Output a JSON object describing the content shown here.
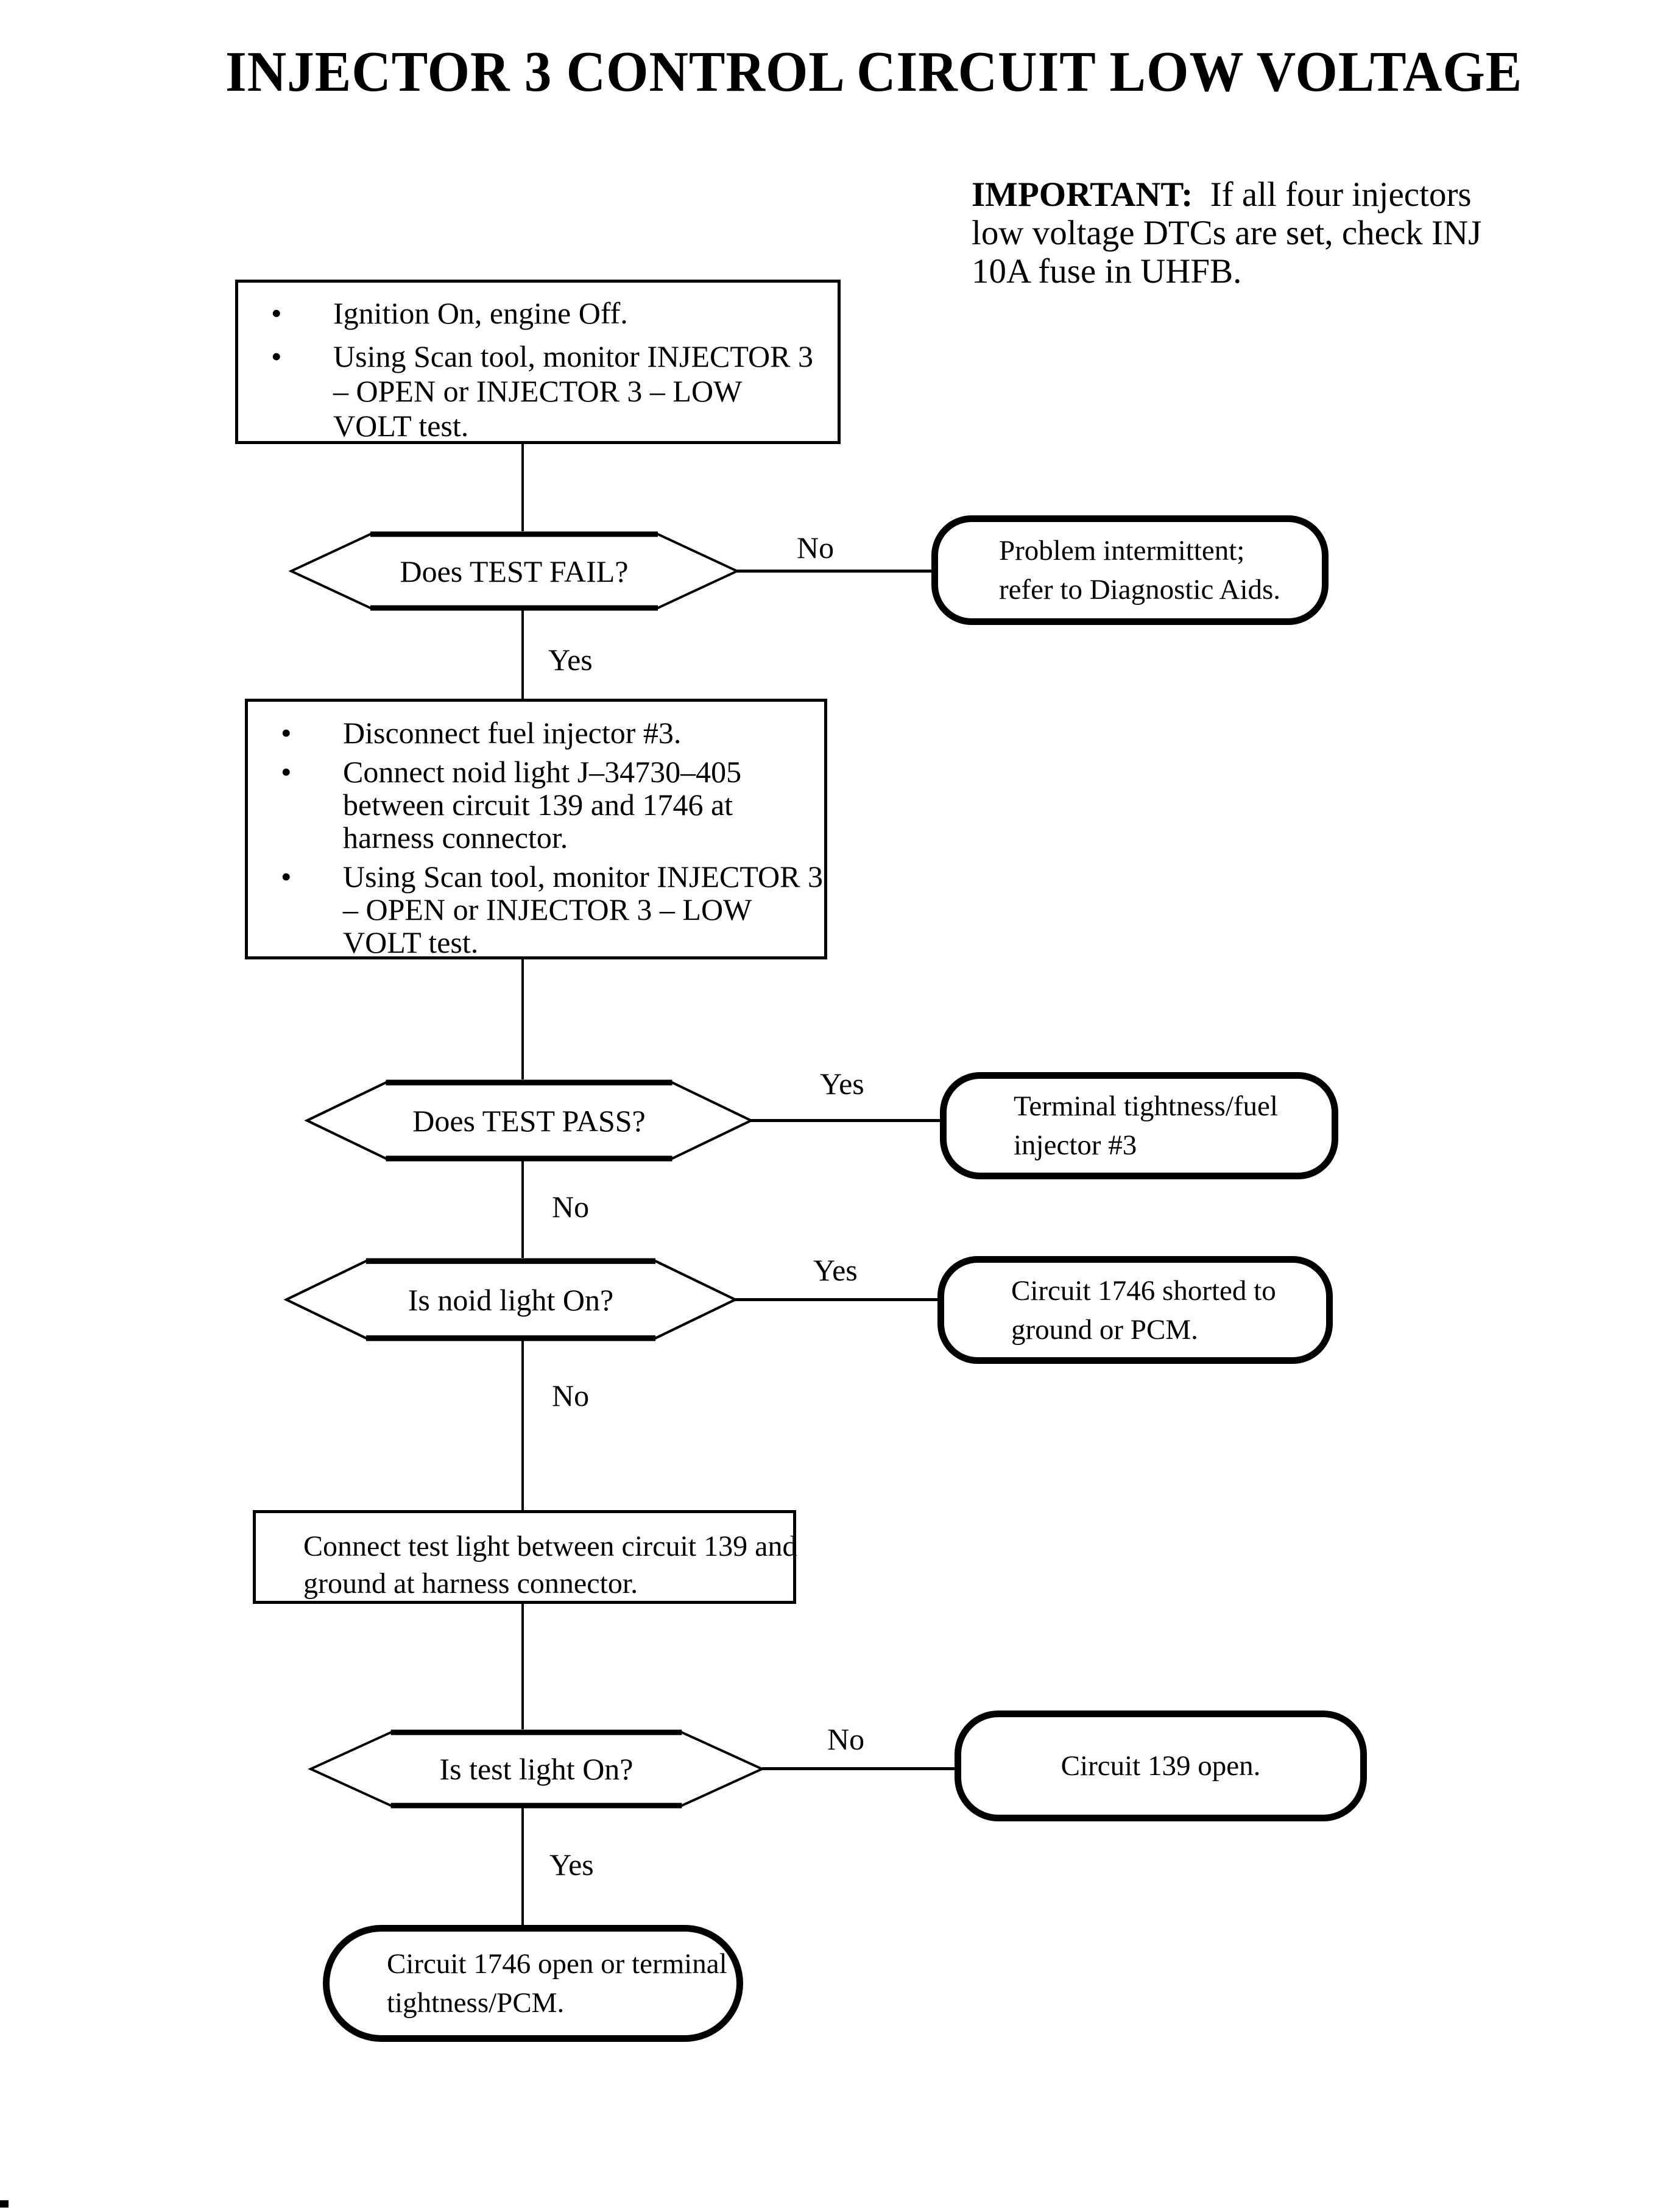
{
  "colors": {
    "ink": "#000000",
    "paper": "#ffffff"
  },
  "glyphs": {
    "bullet": "•"
  },
  "title": "INJECTOR 3 CONTROL CIRCUIT LOW VOLTAGE",
  "important": {
    "label": "IMPORTANT:",
    "text": "  If all four injectors\nlow voltage DTCs are set, check INJ\n10A fuse in UHFB."
  },
  "steps": {
    "step1": {
      "bullets": [
        "Ignition On, engine Off.",
        "Using Scan tool, monitor INJECTOR 3\n– OPEN or INJECTOR 3 – LOW\nVOLT test."
      ]
    },
    "step2": {
      "bullets": [
        "Disconnect fuel injector #3.",
        "Connect noid light J–34730–405\nbetween circuit 139 and 1746 at\nharness connector.",
        "Using Scan tool, monitor INJECTOR 3\n– OPEN or INJECTOR 3 – LOW\nVOLT test."
      ]
    },
    "step3": {
      "text": "Connect test light between circuit 139 and\nground at harness connector."
    }
  },
  "decisions": {
    "d1": {
      "question": "Does TEST FAIL?",
      "branch_right": "No",
      "branch_down": "Yes"
    },
    "d2": {
      "question": "Does TEST PASS?",
      "branch_right": "Yes",
      "branch_down": "No"
    },
    "d3": {
      "question": "Is noid light On?",
      "branch_right": "Yes",
      "branch_down": "No"
    },
    "d4": {
      "question": "Is test light On?",
      "branch_right": "No",
      "branch_down": "Yes"
    }
  },
  "terminals": {
    "t1": {
      "text": "Problem intermittent;\nrefer to Diagnostic Aids."
    },
    "t2": {
      "text": "Terminal tightness/fuel\ninjector #3"
    },
    "t3": {
      "text": "Circuit 1746 shorted to\nground or PCM."
    },
    "t4": {
      "text": "Circuit 139 open."
    },
    "t5": {
      "text": "Circuit 1746 open or terminal\ntightness/PCM."
    }
  }
}
